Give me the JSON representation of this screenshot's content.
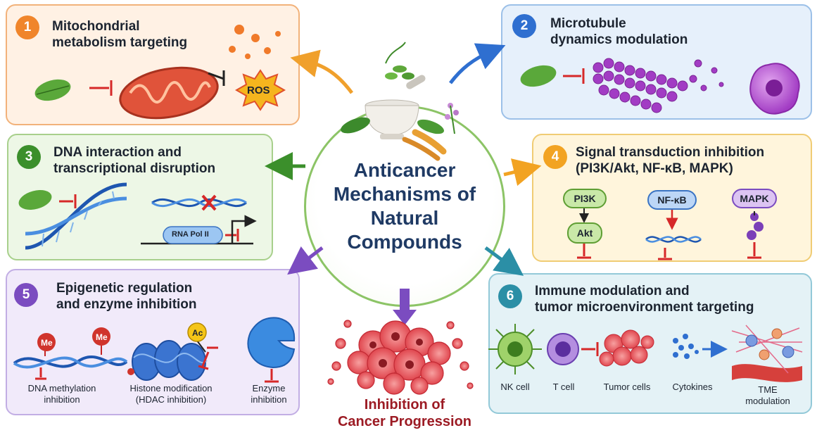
{
  "center": {
    "line1": "Anticancer",
    "line2": "Mechanisms of",
    "line3": "Natural",
    "line4": "Compounds"
  },
  "outcome": {
    "line1": "Inhibition of",
    "line2": "Cancer Progression"
  },
  "panels": [
    {
      "number": "1",
      "title_line1": "Mitochondrial",
      "title_line2": "metabolism targeting",
      "label_ros": "ROS",
      "color": "#f0852b"
    },
    {
      "number": "2",
      "title_line1": "Microtubule",
      "title_line2": "dynamics modulation",
      "color": "#2f6fd0"
    },
    {
      "number": "3",
      "title_line1": "DNA interaction and",
      "title_line2": "transcriptional disruption",
      "label_rnapol": "RNA Pol II",
      "color": "#3b8f2b"
    },
    {
      "number": "4",
      "title_line1": "Signal transduction inhibition",
      "title_line2": "(PI3K/Akt, NF-κB, MAPK)",
      "node_pi3k": "PI3K",
      "node_akt": "Akt",
      "node_nfkb": "NF-κB",
      "node_mapk": "MAPK",
      "color": "#f2a322"
    },
    {
      "number": "5",
      "title_line1": "Epigenetic regulation",
      "title_line2": "and enzyme inhibition",
      "me_label": "Me",
      "ac_label": "Ac",
      "labels": [
        {
          "line1": "DNA methylation",
          "line2": "inhibition"
        },
        {
          "line1": "Histone modification",
          "line2": "(HDAC inhibition)"
        },
        {
          "line1": "Enzyme",
          "line2": "inhibition"
        }
      ],
      "color": "#7b4cc0"
    },
    {
      "number": "6",
      "title_line1": "Immune modulation and",
      "title_line2": "tumor microenvironment targeting",
      "labels": [
        "NK cell",
        "T cell",
        "Tumor cells",
        "Cytokines"
      ],
      "tme_line1": "TME",
      "tme_line2": "modulation",
      "color": "#2b8fa6"
    }
  ]
}
